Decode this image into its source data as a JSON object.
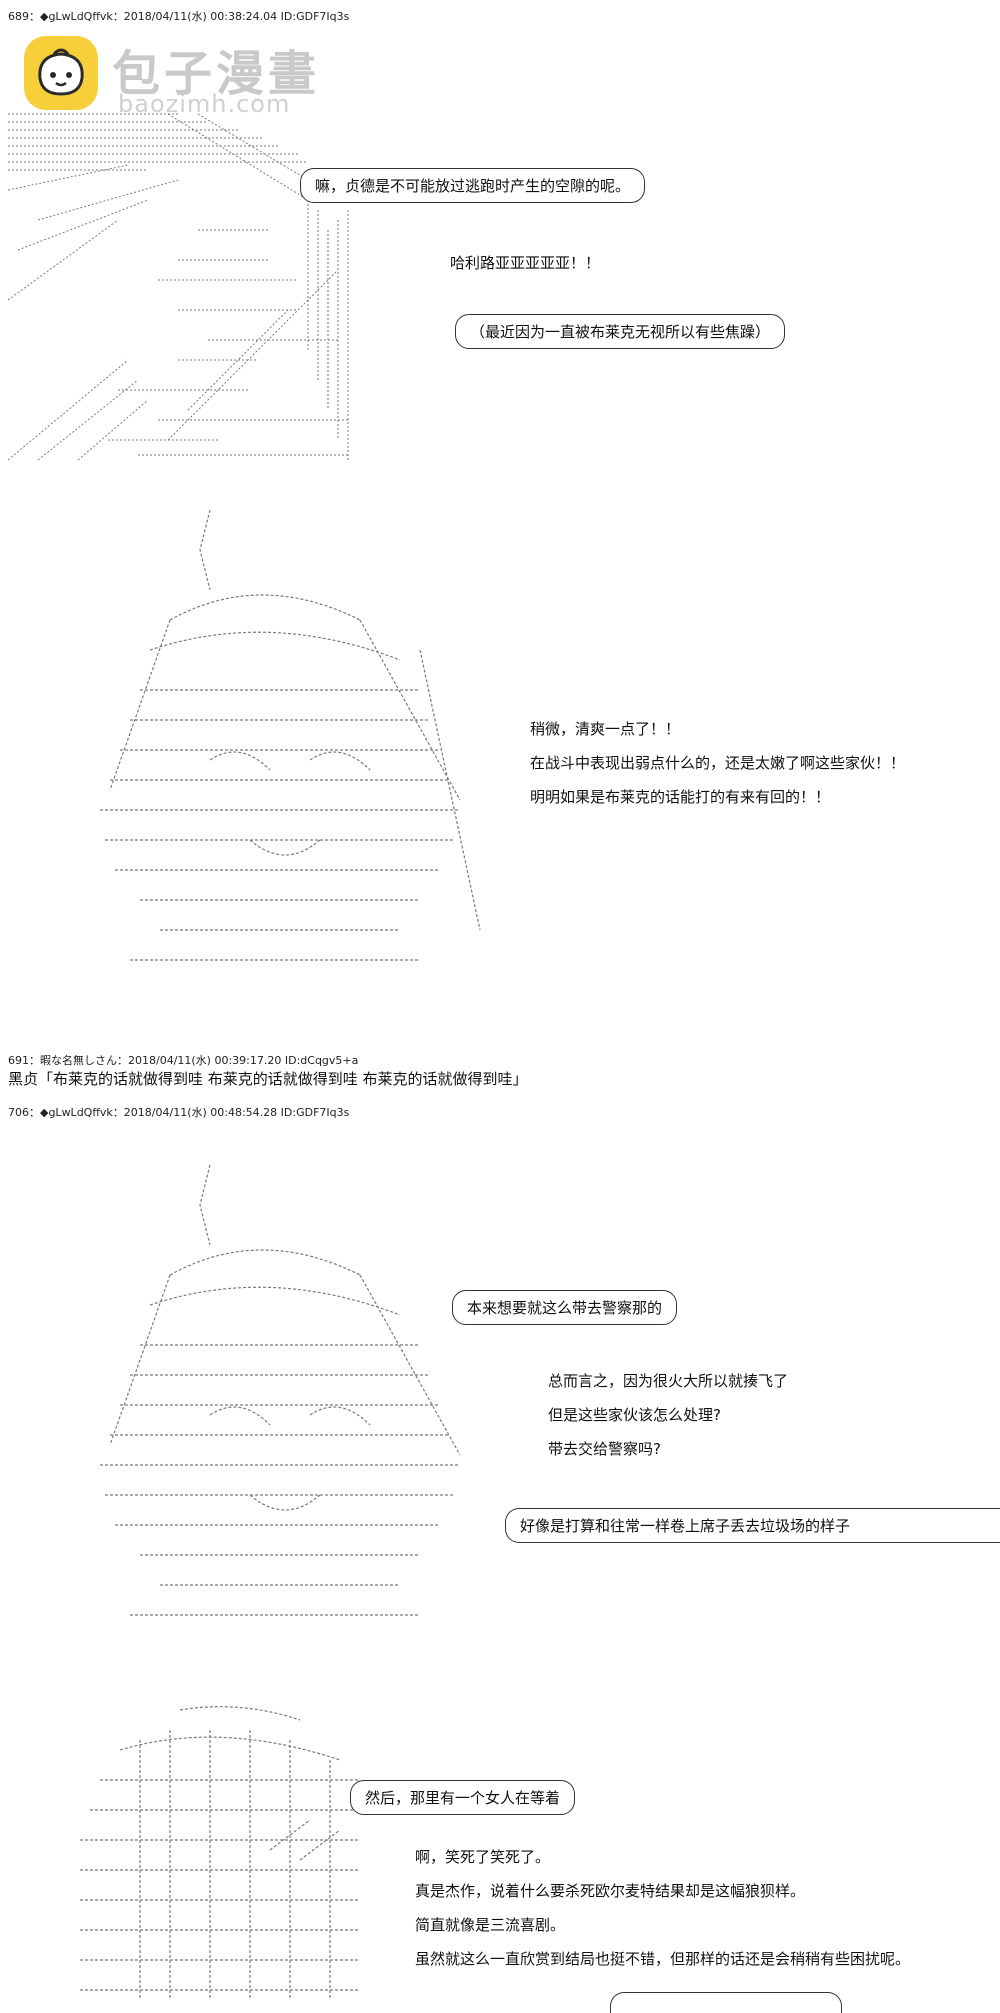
{
  "posts": [
    {
      "header": "689：◆gLwLdQffvk：2018/04/11(水) 00:38:24.04 ID:GDF7Iq3s"
    },
    {
      "header": "691：暇な名無しさん：2018/04/11(水) 00:39:17.20 ID:dCqgv5+a"
    },
    {
      "header": "706：◆gLwLdQffvk：2018/04/11(水) 00:48:54.28 ID:GDF7Iq3s"
    }
  ],
  "logo": {
    "name": "包子漫畫",
    "url": "baozimh.com"
  },
  "panel1": {
    "bubble1": "嘛，贞德是不可能放过逃跑时产生的空隙的呢。",
    "shout": "哈利路亚亚亚亚亚！！",
    "bubble2": "（最近因为一直被布莱克无视所以有些焦躁）"
  },
  "panel2": {
    "line1": "稍微，清爽一点了！！",
    "line2": "在战斗中表现出弱点什么的，还是太嫩了啊这些家伙！！",
    "line3": "明明如果是布莱克的话能打的有来有回的！！"
  },
  "reply": {
    "text": "黑贞「布莱克的话就做得到哇 布莱克的话就做得到哇 布莱克的话就做得到哇」"
  },
  "panel3": {
    "bubble1": "本来想要就这么带去警察那的",
    "line1": "总而言之，因为很火大所以就揍飞了",
    "line2": "但是这些家伙该怎么处理?",
    "line3": "带去交给警察吗?",
    "bubble2": "好像是打算和往常一样卷上席子丢去垃圾场的样子"
  },
  "panel4": {
    "bubble1": "然后，那里有一个女人在等着",
    "line1": "啊，笑死了笑死了。",
    "line2": "真是杰作，说着什么要杀死欧尔麦特结果却是这幅狼狈样。",
    "line3": "简直就像是三流喜剧。",
    "line4": "虽然就这么一直欣赏到结局也挺不错，但那样的话还是会稍稍有些困扰呢。"
  },
  "colors": {
    "logo_badge": "#f7cf3a",
    "art": "#6a6a6a"
  }
}
